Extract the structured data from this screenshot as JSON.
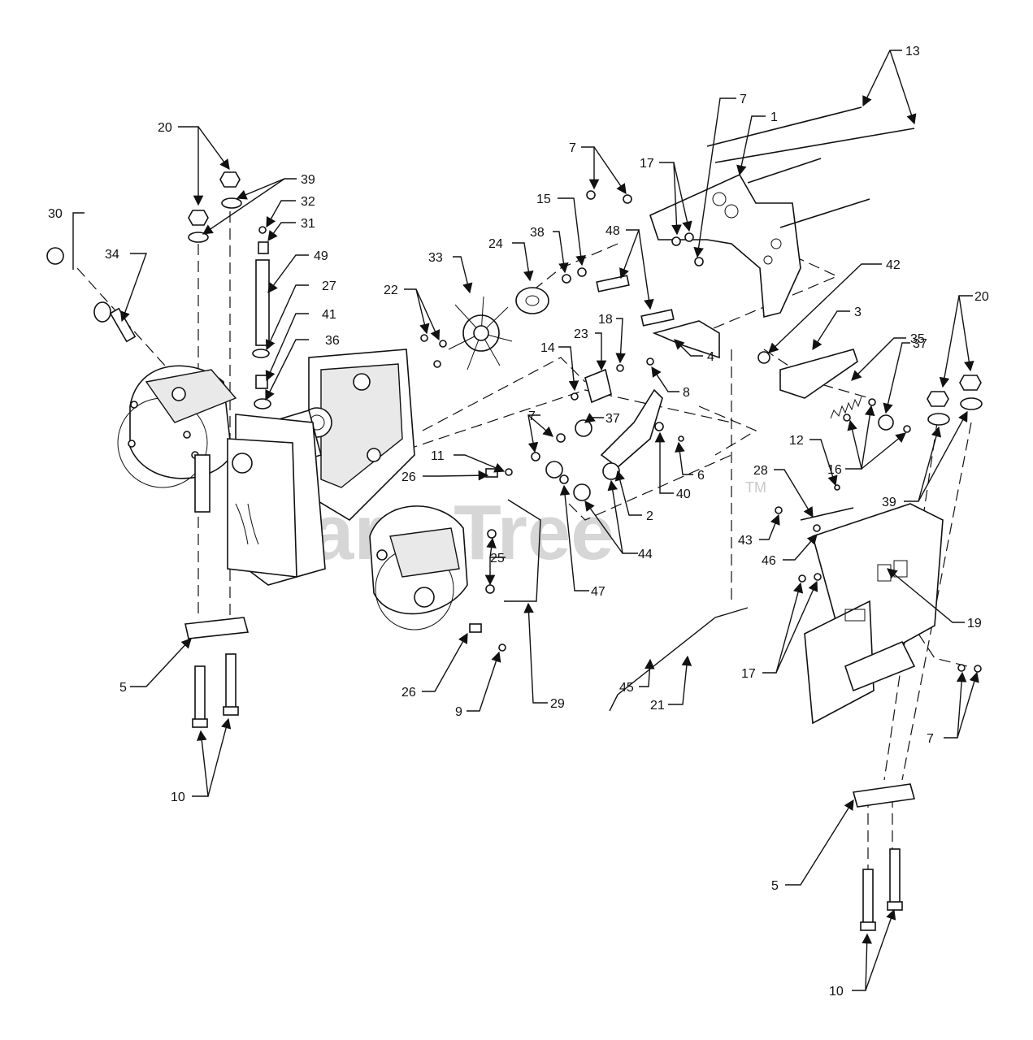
{
  "watermark": {
    "text": "PartsTree",
    "tm": "TM"
  },
  "callouts": [
    {
      "id": "c20a",
      "text": "20"
    },
    {
      "id": "c39a",
      "text": "39"
    },
    {
      "id": "c32",
      "text": "32"
    },
    {
      "id": "c31",
      "text": "31"
    },
    {
      "id": "c30",
      "text": "30"
    },
    {
      "id": "c34",
      "text": "34"
    },
    {
      "id": "c49",
      "text": "49"
    },
    {
      "id": "c27",
      "text": "27"
    },
    {
      "id": "c41",
      "text": "41"
    },
    {
      "id": "c36",
      "text": "36"
    },
    {
      "id": "c22",
      "text": "22"
    },
    {
      "id": "c33",
      "text": "33"
    },
    {
      "id": "c24",
      "text": "24"
    },
    {
      "id": "c38",
      "text": "38"
    },
    {
      "id": "c15",
      "text": "15"
    },
    {
      "id": "c7a",
      "text": "7"
    },
    {
      "id": "c17a",
      "text": "17"
    },
    {
      "id": "c7b",
      "text": "7"
    },
    {
      "id": "c1",
      "text": "1"
    },
    {
      "id": "c13",
      "text": "13"
    },
    {
      "id": "c48",
      "text": "48"
    },
    {
      "id": "c42",
      "text": "42"
    },
    {
      "id": "c14",
      "text": "14"
    },
    {
      "id": "c23",
      "text": "23"
    },
    {
      "id": "c18",
      "text": "18"
    },
    {
      "id": "c4",
      "text": "4"
    },
    {
      "id": "c8",
      "text": "8"
    },
    {
      "id": "c3",
      "text": "3"
    },
    {
      "id": "c35",
      "text": "35"
    },
    {
      "id": "c20b",
      "text": "20"
    },
    {
      "id": "c37a",
      "text": "37"
    },
    {
      "id": "c11",
      "text": "11"
    },
    {
      "id": "c7c",
      "text": "7"
    },
    {
      "id": "c37b",
      "text": "37"
    },
    {
      "id": "c26a",
      "text": "26"
    },
    {
      "id": "c6",
      "text": "6"
    },
    {
      "id": "c40",
      "text": "40"
    },
    {
      "id": "c2",
      "text": "2"
    },
    {
      "id": "c16",
      "text": "16"
    },
    {
      "id": "c12",
      "text": "12"
    },
    {
      "id": "c28",
      "text": "28"
    },
    {
      "id": "c39b",
      "text": "39"
    },
    {
      "id": "c25",
      "text": "25"
    },
    {
      "id": "c44",
      "text": "44"
    },
    {
      "id": "c47",
      "text": "47"
    },
    {
      "id": "c43",
      "text": "43"
    },
    {
      "id": "c46",
      "text": "46"
    },
    {
      "id": "c19",
      "text": "19"
    },
    {
      "id": "c17b",
      "text": "17"
    },
    {
      "id": "c5a",
      "text": "5"
    },
    {
      "id": "c26b",
      "text": "26"
    },
    {
      "id": "c9",
      "text": "9"
    },
    {
      "id": "c29",
      "text": "29"
    },
    {
      "id": "c45",
      "text": "45"
    },
    {
      "id": "c21",
      "text": "21"
    },
    {
      "id": "c7d",
      "text": "7"
    },
    {
      "id": "c10a",
      "text": "10"
    },
    {
      "id": "c5b",
      "text": "5"
    },
    {
      "id": "c10b",
      "text": "10"
    }
  ]
}
